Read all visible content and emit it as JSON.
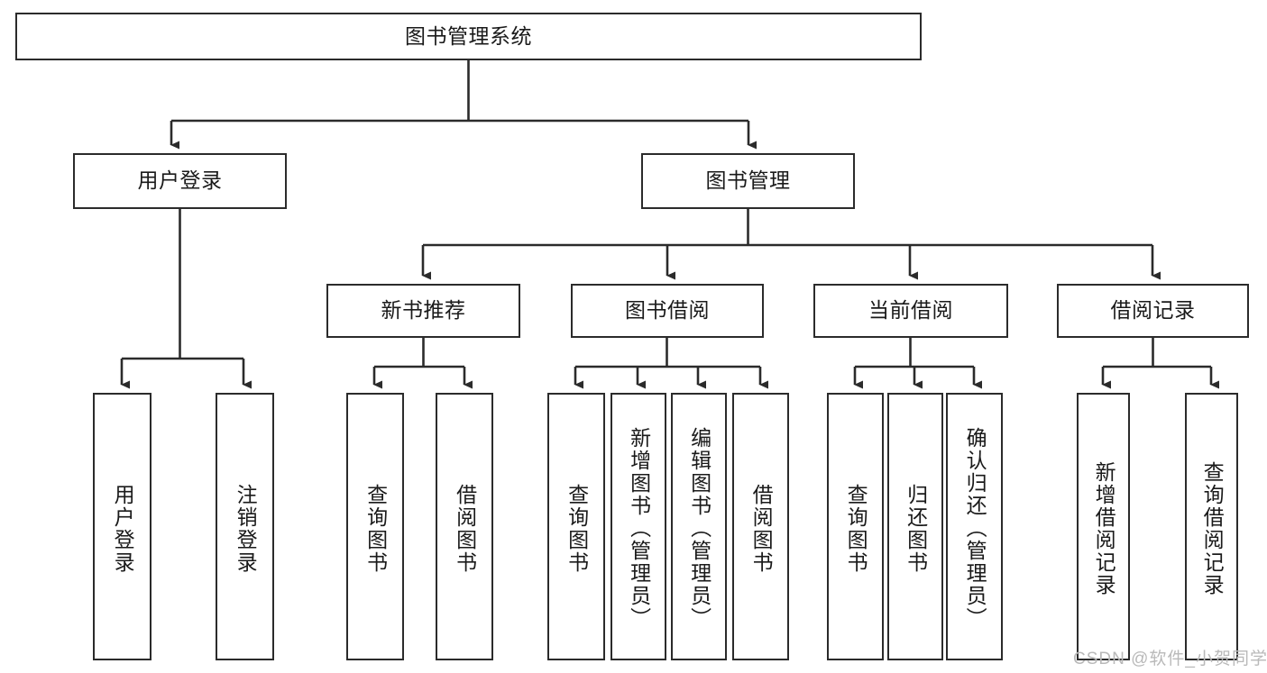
{
  "diagram": {
    "title": "图书管理系统",
    "type": "tree",
    "nodes": {
      "root": {
        "label": "图书管理系统"
      },
      "level2": [
        {
          "id": "user-login",
          "label": "用户登录"
        },
        {
          "id": "book-manage",
          "label": "图书管理"
        }
      ],
      "level3": [
        {
          "id": "new-book-recommend",
          "label": "新书推荐"
        },
        {
          "id": "book-borrow",
          "label": "图书借阅"
        },
        {
          "id": "current-borrow",
          "label": "当前借阅"
        },
        {
          "id": "borrow-record",
          "label": "借阅记录"
        }
      ],
      "leaves": [
        {
          "id": "leaf-user-login",
          "label": "用户登录",
          "parent": "user-login"
        },
        {
          "id": "leaf-logout-login",
          "label": "注销登录",
          "parent": "user-login"
        },
        {
          "id": "leaf-query-book-1",
          "label": "查询图书",
          "parent": "new-book-recommend"
        },
        {
          "id": "leaf-borrow-book-1",
          "label": "借阅图书",
          "parent": "new-book-recommend"
        },
        {
          "id": "leaf-query-book-2",
          "label": "查询图书",
          "parent": "book-borrow"
        },
        {
          "id": "leaf-add-book",
          "label": "新增图书（管理员）",
          "parent": "book-borrow"
        },
        {
          "id": "leaf-edit-book",
          "label": "编辑图书（管理员）",
          "parent": "book-borrow"
        },
        {
          "id": "leaf-borrow-book-2",
          "label": "借阅图书",
          "parent": "book-borrow"
        },
        {
          "id": "leaf-query-book-3",
          "label": "查询图书",
          "parent": "current-borrow"
        },
        {
          "id": "leaf-return-book",
          "label": "归还图书",
          "parent": "current-borrow"
        },
        {
          "id": "leaf-confirm-return",
          "label": "确认归还（管理员）",
          "parent": "current-borrow"
        },
        {
          "id": "leaf-add-record",
          "label": "新增借阅记录",
          "parent": "borrow-record"
        },
        {
          "id": "leaf-query-record",
          "label": "查询借阅记录",
          "parent": "borrow-record"
        }
      ]
    },
    "colors": {
      "stroke": "#2b2b2b",
      "fill": "#ffffff",
      "text": "#1a1a1a",
      "watermark": "#b9b9b9"
    }
  },
  "watermark": {
    "text": "CSDN @软件_小贺同学"
  }
}
